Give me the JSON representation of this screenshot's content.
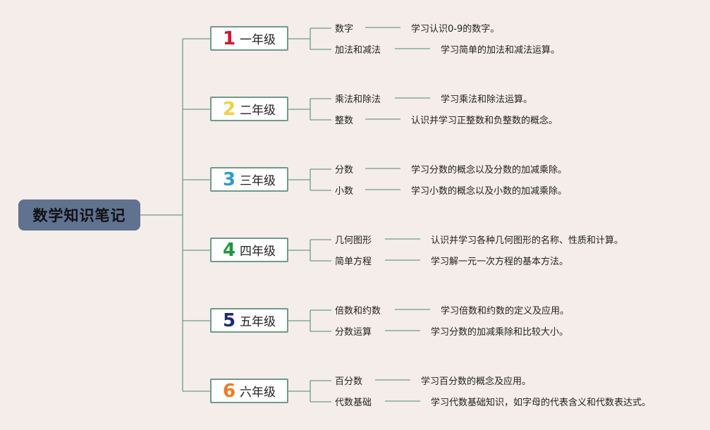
{
  "title": "数学知识笔记",
  "colors": {
    "connector": "#6d9b8c",
    "root_bg": "#5f7290",
    "background": "#f4ede9"
  },
  "grades": [
    {
      "num": "1",
      "num_color": "#d7142a",
      "label": "一年级",
      "topics": [
        {
          "name": "数字",
          "desc": "学习认识0-9的数字。"
        },
        {
          "name": "加法和减法",
          "desc": "学习简单的加法和减法运算。"
        }
      ]
    },
    {
      "num": "2",
      "num_color": "#f2cf3b",
      "label": "二年级",
      "topics": [
        {
          "name": "乘法和除法",
          "desc": "学习乘法和除法运算。"
        },
        {
          "name": "整数",
          "desc": "认识并学习正整数和负整数的概念。"
        }
      ]
    },
    {
      "num": "3",
      "num_color": "#2a9bd8",
      "label": "三年级",
      "topics": [
        {
          "name": "分数",
          "desc": "学习分数的概念以及分数的加减乘除。"
        },
        {
          "name": "小数",
          "desc": "学习小数的概念以及小数的加减乘除。"
        }
      ]
    },
    {
      "num": "4",
      "num_color": "#1a9a3a",
      "label": "四年级",
      "topics": [
        {
          "name": "几何图形",
          "desc": "认识并学习各种几何图形的名称、性质和计算。"
        },
        {
          "name": "简单方程",
          "desc": "学习解一元一次方程的基本方法。"
        }
      ]
    },
    {
      "num": "5",
      "num_color": "#1b2a78",
      "label": "五年级",
      "topics": [
        {
          "name": "倍数和约数",
          "desc": "学习倍数和约数的定义及应用。"
        },
        {
          "name": "分数运算",
          "desc": "学习分数的加减乘除和比较大小。"
        }
      ]
    },
    {
      "num": "6",
      "num_color": "#f07a1e",
      "label": "六年级",
      "topics": [
        {
          "name": "百分数",
          "desc": "学习百分数的概念及应用。"
        },
        {
          "name": "代数基础",
          "desc": "学习代数基础知识，如字母的代表含义和代数表达式。"
        }
      ]
    }
  ]
}
